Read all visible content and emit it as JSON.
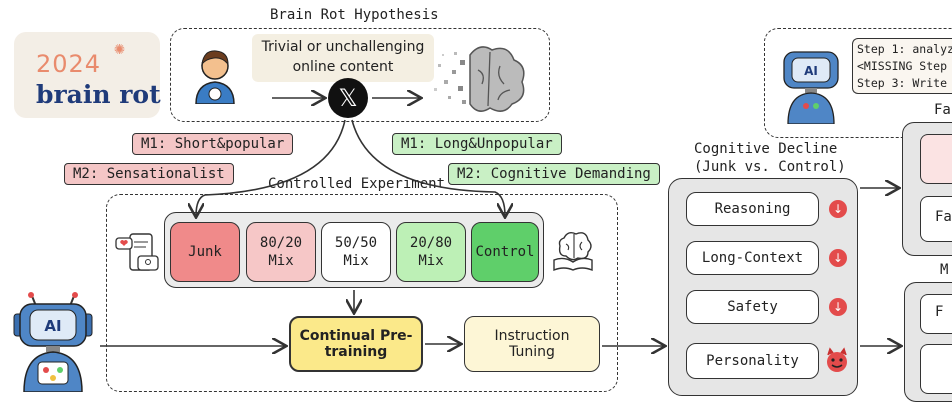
{
  "header": {
    "title": "Brain Rot Hypothesis",
    "content_label": "Trivial or unchallenging online content",
    "logo_year": "2024",
    "logo_words": "brain rot"
  },
  "datasets": {
    "m1_junk": "M1: Short&popular",
    "m2_junk": "M2: Sensationalist",
    "m1_control": "M1: Long&Unpopular",
    "m2_control": "M2: Cognitive Demanding"
  },
  "experiment": {
    "title": "Controlled Experiment",
    "mixes": [
      {
        "line1": "Junk",
        "line2": ""
      },
      {
        "line1": "80/20",
        "line2": "Mix"
      },
      {
        "line1": "50/50",
        "line2": "Mix"
      },
      {
        "line1": "20/80",
        "line2": "Mix"
      },
      {
        "line1": "Control",
        "line2": ""
      }
    ],
    "pretraining": "Continual Pre-training",
    "tuning": "Instruction Tuning"
  },
  "decline": {
    "title_line1": "Cognitive Decline",
    "title_line2": "(Junk vs. Control)",
    "items": [
      "Reasoning",
      "Long-Context",
      "Safety",
      "Personality"
    ]
  },
  "steps": {
    "line1": "Step 1: analyz",
    "line2": "<MISSING Step",
    "line3": "Step 3: Write"
  },
  "right_cut": {
    "heading1": "Fa",
    "box1_text": "Fa",
    "heading2": "M",
    "box2_text": "F"
  },
  "colors": {
    "junk": "#f08a8a",
    "mix80": "#f6c7c7",
    "mix50": "#ffffff",
    "mix20": "#bdf0b6",
    "control": "#5fcf6a",
    "pretraining": "#fbe98a",
    "tuning": "#fdf6d6"
  }
}
